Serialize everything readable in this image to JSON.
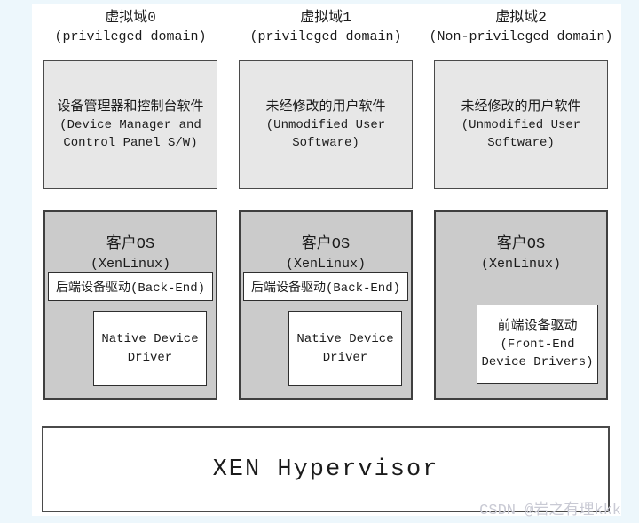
{
  "diagram": {
    "columns": [
      {
        "header": {
          "cn": "虚拟域0",
          "en": "(privileged domain)"
        },
        "top_box": {
          "line1": "设备管理器和控制台软件",
          "line2": "(Device Manager and",
          "line3": "Control Panel S/W)"
        },
        "os_box": {
          "cn": "客户OS",
          "en": "(XenLinux)"
        },
        "backend_label": "后端设备驱动(Back-End)",
        "driver": {
          "line1": "Native Device",
          "line2": "Driver"
        }
      },
      {
        "header": {
          "cn": "虚拟域1",
          "en": "(privileged domain)"
        },
        "top_box": {
          "line1": "未经修改的用户软件",
          "line2": "(Unmodified User",
          "line3": "Software)"
        },
        "os_box": {
          "cn": "客户OS",
          "en": "(XenLinux)"
        },
        "backend_label": "后端设备驱动(Back-End)",
        "driver": {
          "line1": "Native Device",
          "line2": "Driver"
        }
      },
      {
        "header": {
          "cn": "虚拟域2",
          "en": "(Non-privileged domain)"
        },
        "top_box": {
          "line1": "未经修改的用户软件",
          "line2": "(Unmodified User",
          "line3": "Software)"
        },
        "os_box": {
          "cn": "客户OS",
          "en": "(XenLinux)"
        },
        "driver": {
          "line1": "前端设备驱动",
          "line2": "(Front-End",
          "line3": "Device Drivers)"
        }
      }
    ],
    "hypervisor_label": "XEN Hypervisor",
    "watermark": "CSDN @岩之有理kkk",
    "colors": {
      "top_box_fill": "#e7e7e7",
      "os_box_fill": "#cbcbcb",
      "inner_box_fill": "#ffffff",
      "border": "#3f3f3f",
      "page_edge": "#edf7fc",
      "watermark": "#c9cad4"
    }
  }
}
